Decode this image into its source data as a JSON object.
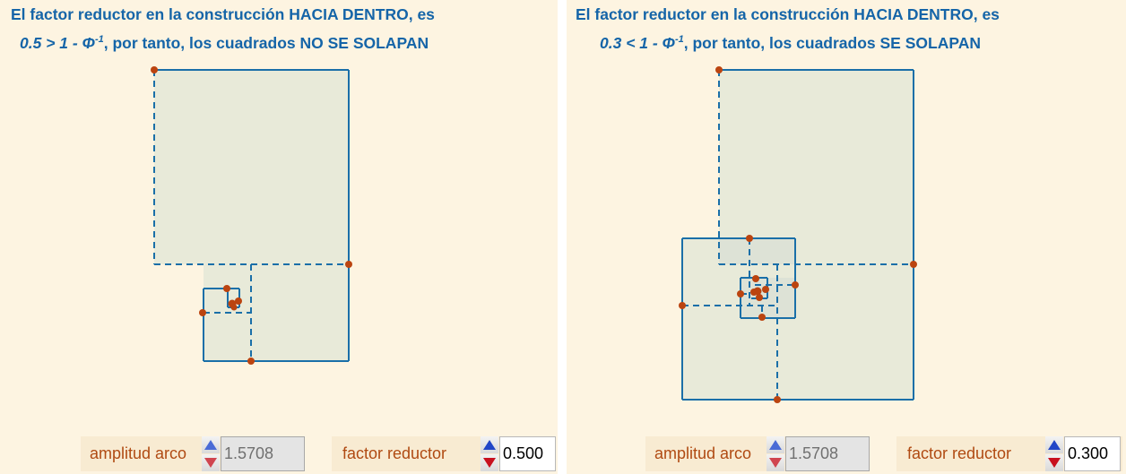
{
  "colors": {
    "panel_bg": "#fdf4e1",
    "title": "#1565a8",
    "square_stroke": "#1a6fa8",
    "square_fill": "#e8ead9",
    "point": "#bb4410",
    "label": "#b04a12"
  },
  "left_panel": {
    "title_line1": "El factor reductor en la construcción HACIA DENTRO, es",
    "title_line2_math": "0.5 > 1 - Φ",
    "title_line2_sup": "-1",
    "title_line2_rest": ", por tanto, los cuadrados NO SE SOLAPAN",
    "controls": {
      "amplitud_label": "amplitud arco",
      "amplitud_value": "1.5708",
      "factor_label": "factor reductor",
      "factor_value": "0.500"
    }
  },
  "right_panel": {
    "title_line1": "El factor reductor en la construcción HACIA DENTRO, es",
    "title_line2_math": "0.3 <  1 - Φ",
    "title_line2_sup": "-1",
    "title_line2_rest": ", por tanto, los cuadrados SE SOLAPAN",
    "controls": {
      "amplitud_label": "amplitud arco",
      "amplitud_value": "1.5708",
      "factor_label": "factor reductor",
      "factor_value": "0.300"
    }
  }
}
